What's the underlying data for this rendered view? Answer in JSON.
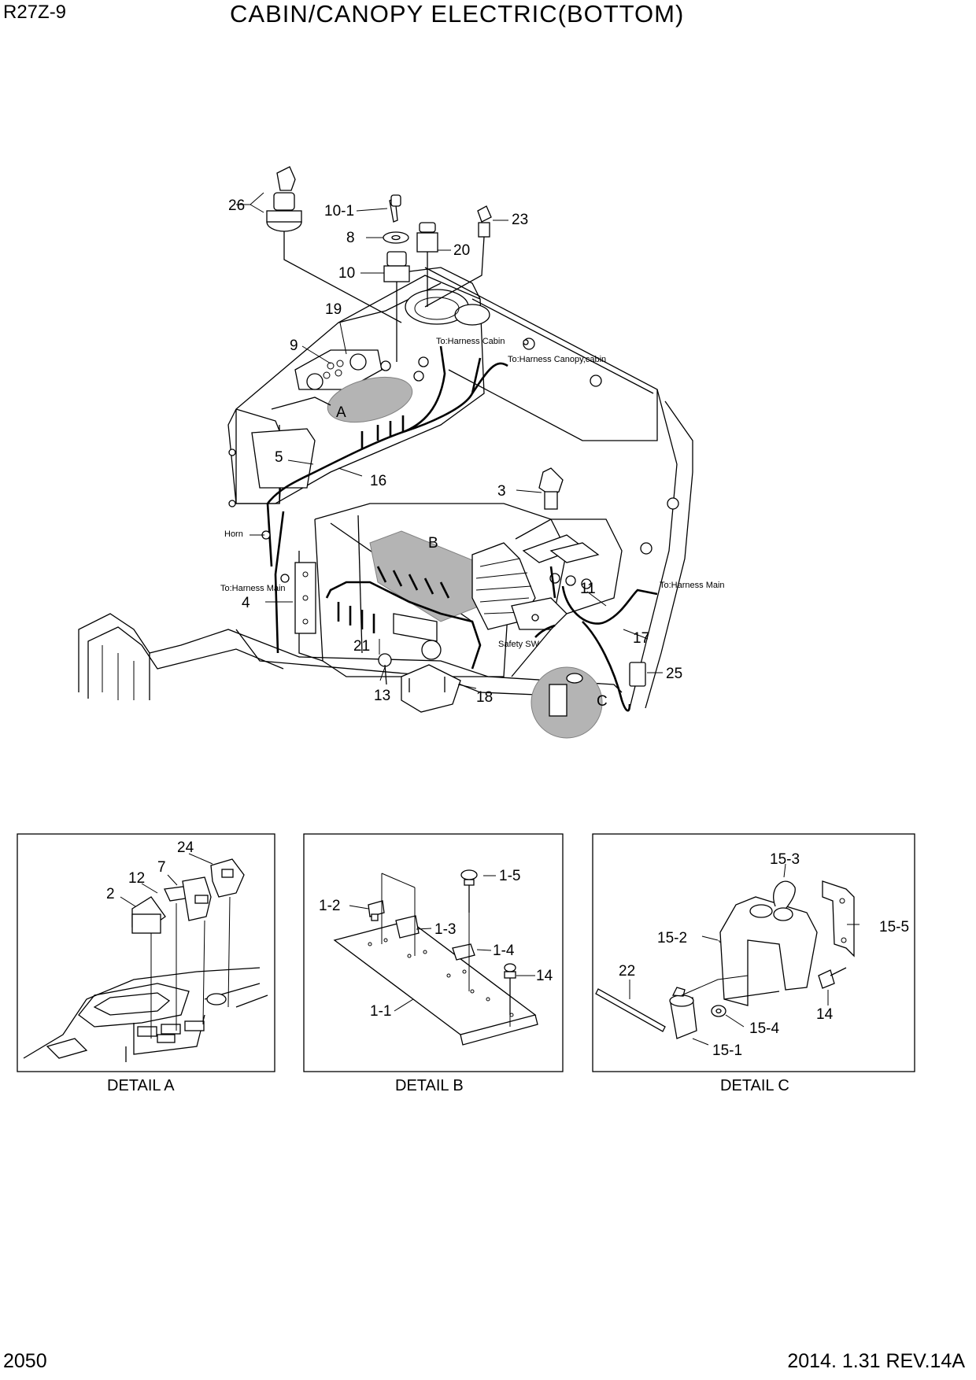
{
  "header": {
    "model": "R27Z-9",
    "title": "CABIN/CANOPY ELECTRIC(BOTTOM)"
  },
  "footer": {
    "page": "2050",
    "revision": "2014. 1.31  REV.14A"
  },
  "main": {
    "callouts": [
      "26",
      "10-1",
      "8",
      "20",
      "23",
      "10",
      "19",
      "9",
      "A",
      "5",
      "16",
      "3",
      "B",
      "11",
      "17",
      "4",
      "21",
      "13",
      "18",
      "25",
      "C"
    ],
    "annotations": [
      "To:Harness Cabin",
      "To:Harness Canopy,cabin",
      "Horn",
      "To:Harness Main",
      "To:Harness Main",
      "Safety SW"
    ]
  },
  "details": {
    "a": {
      "caption": "DETAIL A",
      "callouts": [
        "24",
        "7",
        "12",
        "2"
      ]
    },
    "b": {
      "caption": "DETAIL B",
      "callouts": [
        "1-5",
        "1-2",
        "1-3",
        "1-4",
        "14",
        "1-1"
      ]
    },
    "c": {
      "caption": "DETAIL C",
      "callouts": [
        "15-3",
        "15-2",
        "15-5",
        "22",
        "14",
        "15-4",
        "15-1"
      ]
    }
  }
}
